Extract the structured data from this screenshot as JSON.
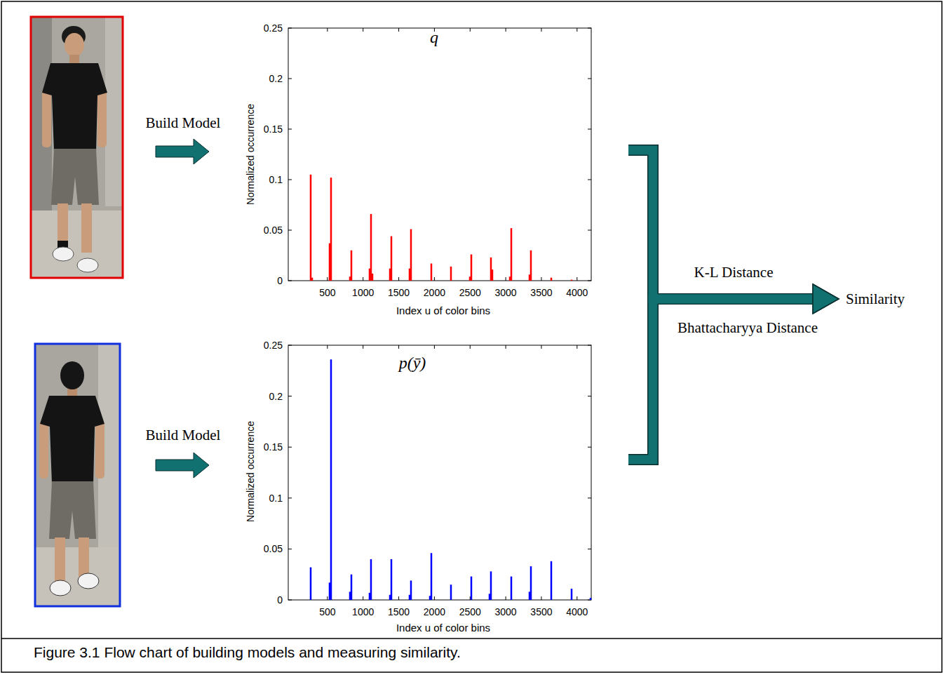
{
  "diagram": {
    "caption": "Figure 3.1 Flow chart of building models and measuring similarity.",
    "nodes": [
      {
        "text": [
          "q",
          "Normalized occurrence",
          "Index u of color bins"
        ]
      },
      {
        "text": [
          "p(ȳ)",
          "Normalized occurrence",
          "Index u of color bins"
        ]
      },
      {
        "text": [
          "Similarity"
        ]
      }
    ],
    "edges": [
      {
        "from": 0,
        "to": 2,
        "arrow": "to",
        "label": "K-L Distance"
      },
      {
        "from": 1,
        "to": 2,
        "arrow": "to",
        "label": "Bhattacharyya Distance"
      }
    ],
    "labels": [
      "Build Model",
      "Build Model",
      "0.25",
      "0.2",
      "0.15",
      "0.1",
      "0.05",
      "0",
      "500",
      "1000",
      "1500",
      "2000",
      "2500",
      "3000",
      "3500",
      "4000",
      "0.25",
      "0.2",
      "0.15",
      "0.1",
      "0.05",
      "0",
      "500",
      "1000",
      "1500",
      "2000",
      "2500",
      "3000",
      "3500",
      "4000"
    ]
  }
}
